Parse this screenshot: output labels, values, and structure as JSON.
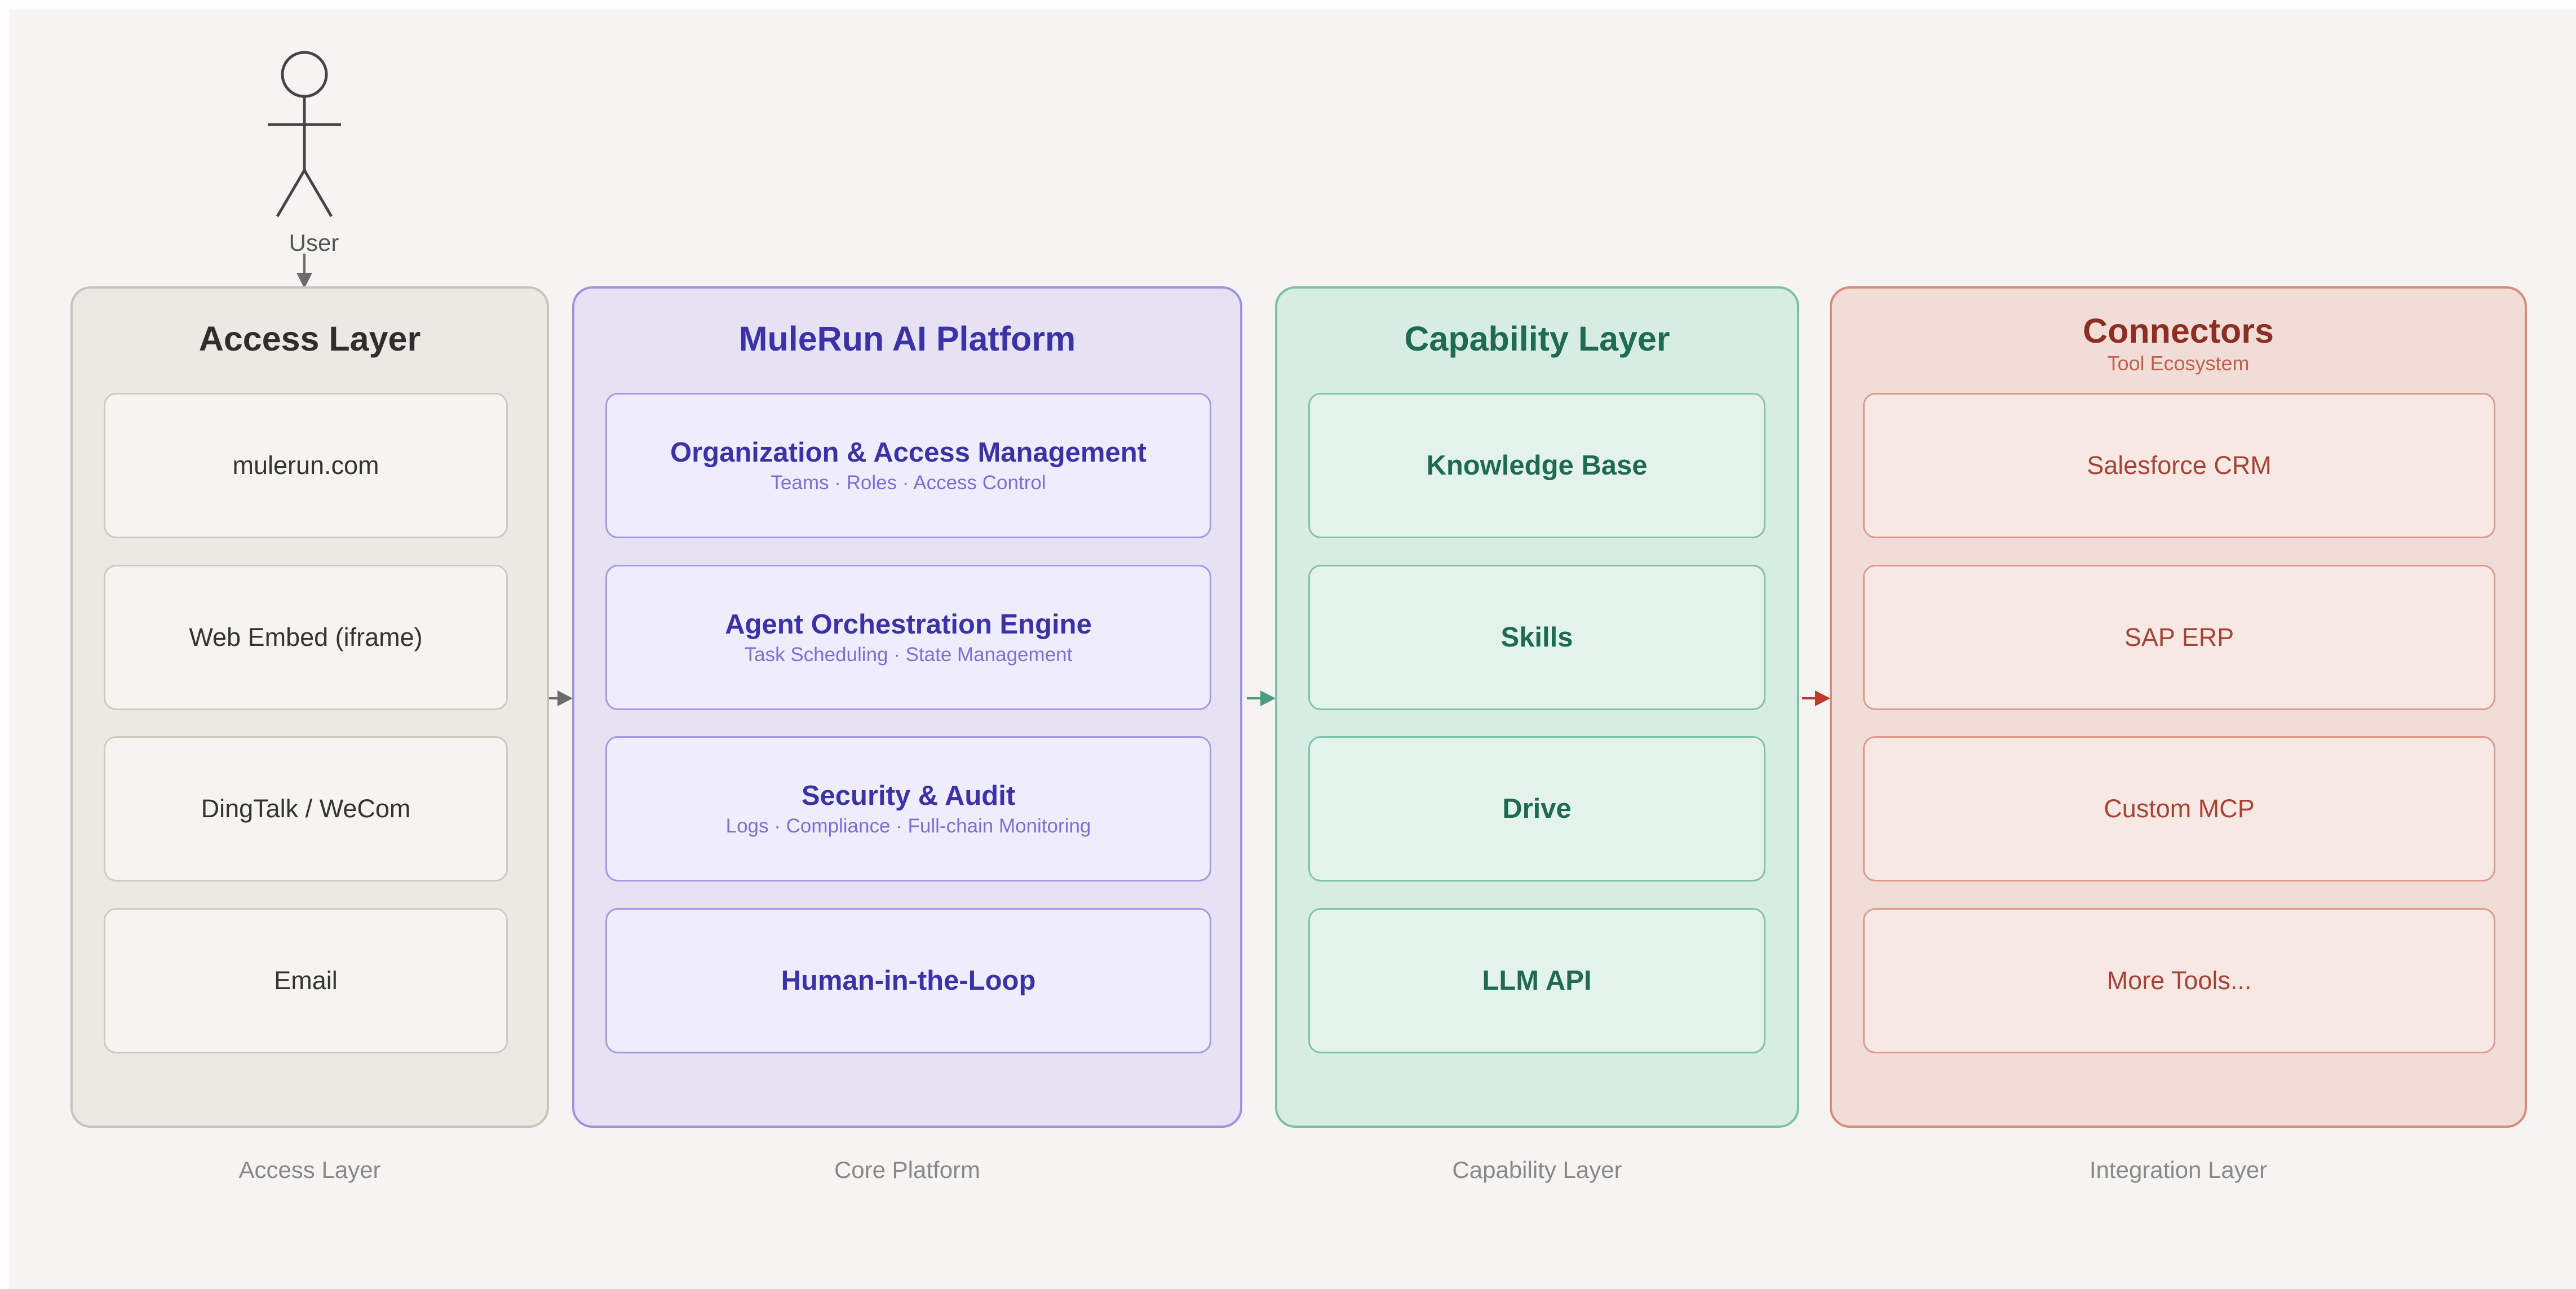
{
  "actor": {
    "label": "User"
  },
  "panels": {
    "access": {
      "title": "Access Layer",
      "items": [
        "mulerun.com",
        "Web Embed (iframe)",
        "DingTalk / WeCom",
        "Email"
      ]
    },
    "core": {
      "title": "MuleRun AI Platform",
      "items": [
        {
          "title": "Organization & Access Management",
          "sub": "Teams · Roles · Access Control"
        },
        {
          "title": "Agent Orchestration Engine",
          "sub": "Task Scheduling · State Management"
        },
        {
          "title": "Security & Audit",
          "sub": "Logs · Compliance · Full-chain Monitoring"
        },
        {
          "title": "Human-in-the-Loop",
          "sub": ""
        }
      ]
    },
    "capability": {
      "title": "Capability Layer",
      "items": [
        "Knowledge Base",
        "Skills",
        "Drive",
        "LLM API"
      ]
    },
    "connectors": {
      "title": "Connectors",
      "subtitle": "Tool Ecosystem",
      "items": [
        "Salesforce CRM",
        "SAP ERP",
        "Custom MCP",
        "More Tools..."
      ]
    }
  },
  "footer": [
    "Access Layer",
    "Core Platform",
    "Capability Layer",
    "Integration Layer"
  ],
  "colors": {
    "arrow_gray": "#6b6b6b",
    "arrow_green": "#4a9e7f",
    "arrow_red": "#c0392b"
  }
}
